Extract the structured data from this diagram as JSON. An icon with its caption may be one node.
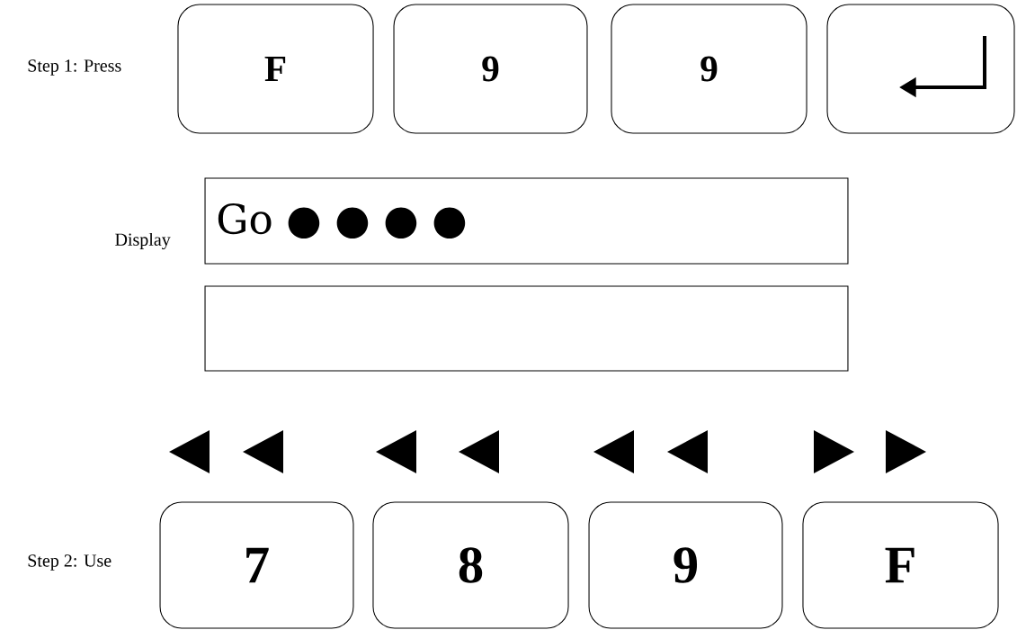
{
  "diagram": {
    "nodes": [
      {
        "text": [
          "F"
        ]
      },
      {
        "text": [
          "9"
        ]
      },
      {
        "text": [
          "9"
        ]
      },
      {
        "text": [],
        "shape": "box"
      },
      {
        "text": [
          "Go ● ● ● ●"
        ]
      },
      {
        "text": [],
        "shape": "box"
      },
      {
        "text": [
          "7"
        ]
      },
      {
        "text": [
          "8"
        ]
      },
      {
        "text": [
          "9"
        ]
      },
      {
        "text": [
          "F"
        ]
      }
    ],
    "labels": [
      "Step 1: Press",
      "Display",
      "Step 2: Use"
    ]
  }
}
